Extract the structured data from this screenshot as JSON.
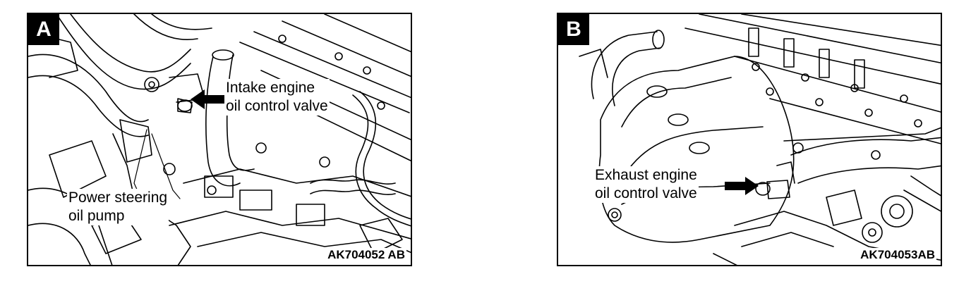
{
  "panels": [
    {
      "letter": "A",
      "labels": {
        "intake_line1": "Intake engine",
        "intake_line2": "oil control valve",
        "pump_line1": "Power steering",
        "pump_line2": "oil pump"
      },
      "code": "AK704052 AB"
    },
    {
      "letter": "B",
      "labels": {
        "exhaust_line1": "Exhaust engine",
        "exhaust_line2": "oil control valve"
      },
      "code": "AK704053AB"
    }
  ],
  "colors": {
    "line": "#000000",
    "background": "#ffffff"
  }
}
